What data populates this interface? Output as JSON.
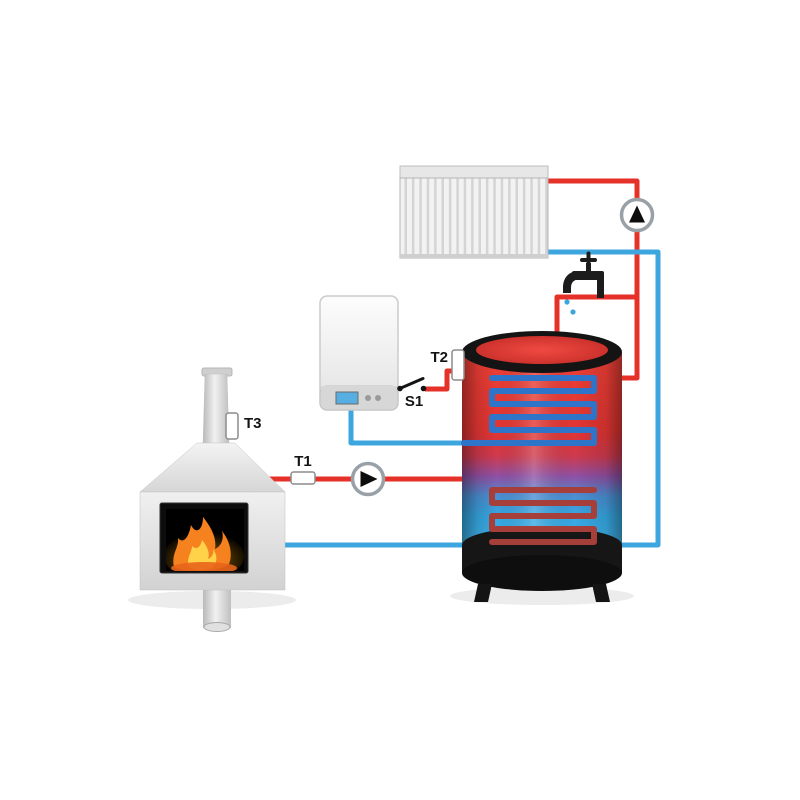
{
  "labels": {
    "t1": "T1",
    "t2": "T2",
    "t3": "T3",
    "s1": "S1"
  },
  "colors": {
    "hot": "#e53128",
    "cold": "#3ea6de",
    "coil-cold": "#2e74c9",
    "coil-hot": "#a63f3a",
    "flame": "#f6821f",
    "flame-core": "#ffd24a"
  },
  "icons": {
    "pump": "black triangle in white circle",
    "tap": "black faucet with blue drips",
    "sensor": "white capsule probe",
    "switch": "open contact blade"
  }
}
